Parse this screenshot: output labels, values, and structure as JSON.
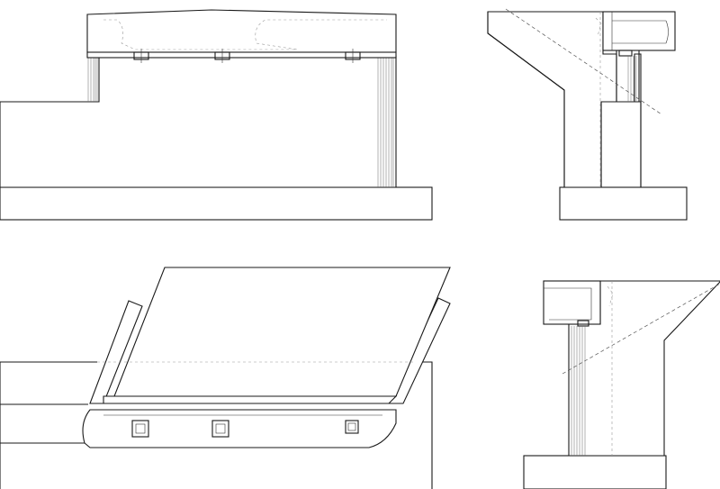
{
  "drawing": {
    "views": [
      "front-elevation",
      "side-section-right",
      "skew-plan",
      "side-section-mirrored"
    ]
  }
}
